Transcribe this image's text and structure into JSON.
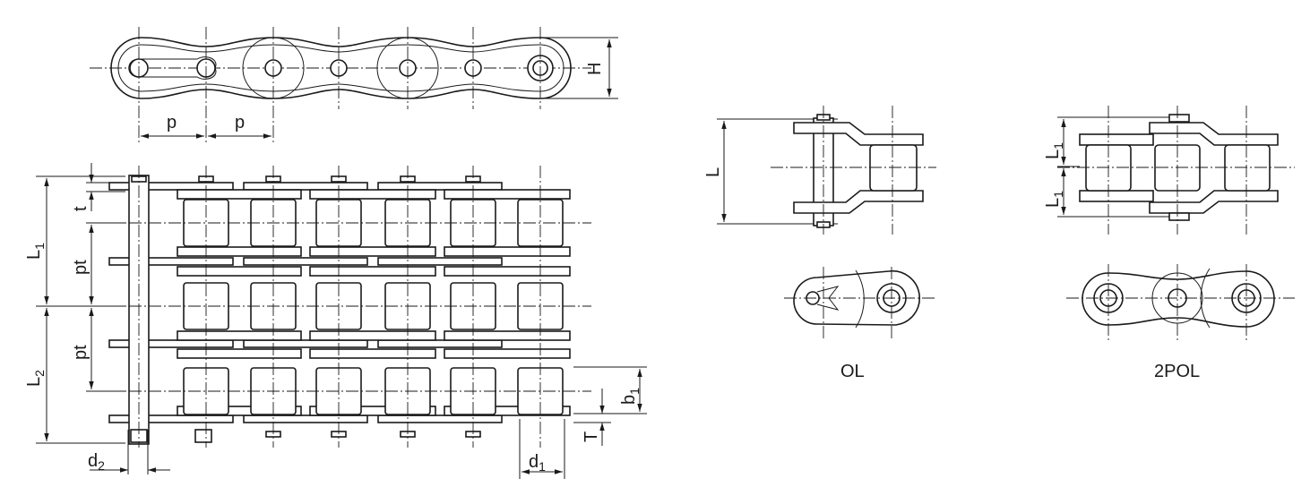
{
  "labels": {
    "pitch_left": "p",
    "pitch_right": "p",
    "height": "H",
    "thickness": "t",
    "strand_pitch_upper": "pt",
    "strand_pitch_lower": "pt",
    "length_upper_1": "L",
    "length_upper_1_sub": "1",
    "length_lower_2": "L",
    "length_lower_2_sub": "2",
    "pin_dia": "d",
    "pin_dia_sub": "2",
    "roller_dia": "d",
    "roller_dia_sub": "1",
    "inner_width": "b",
    "inner_width_sub": "1",
    "plate_thickness": "T",
    "ol_length": "L",
    "pol_length_upper": "L",
    "pol_length_upper_sub": "1",
    "pol_length_lower": "L",
    "pol_length_lower_sub": "1"
  },
  "captions": {
    "ol": "OL",
    "pol": "2POL"
  }
}
